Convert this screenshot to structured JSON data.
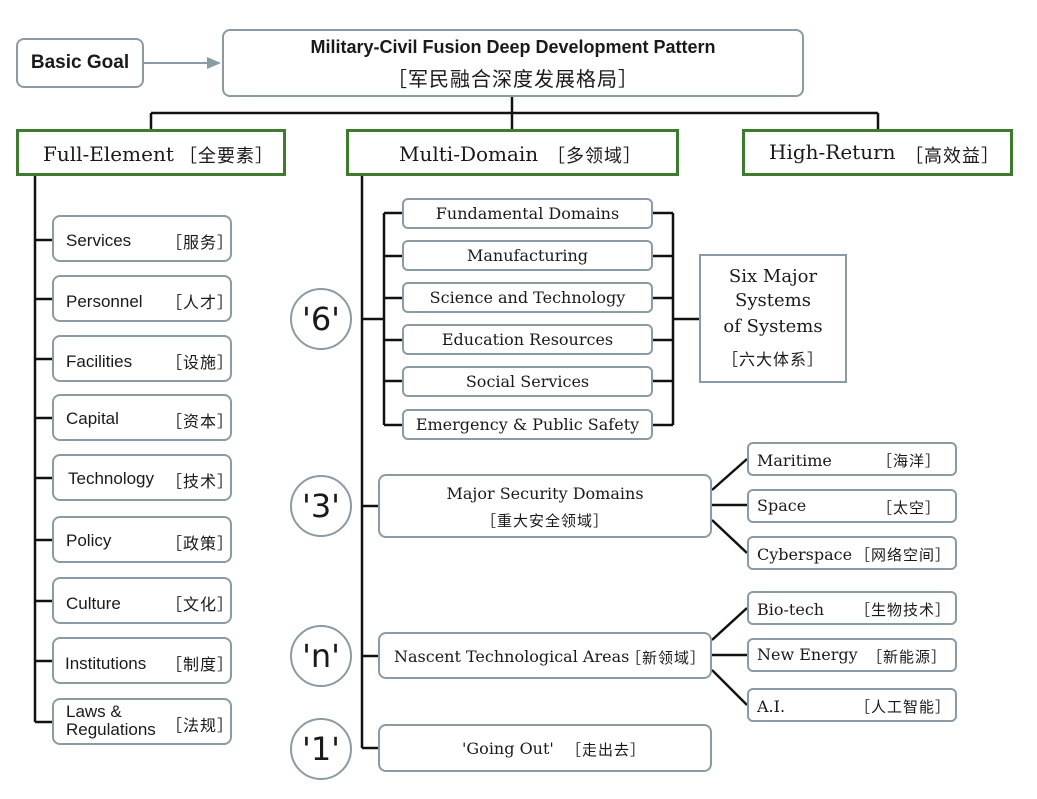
{
  "basic_goal": "Basic Goal",
  "top": {
    "title": "Military-Civil Fusion Deep Development Pattern",
    "cn": "［军民融合深度发展格局］"
  },
  "pillars": {
    "full_element": {
      "en": "Full-Element",
      "cn": "［全要素］"
    },
    "multi_domain": {
      "en": "Multi-Domain",
      "cn": "［多领域］"
    },
    "high_return": {
      "en": "High-Return",
      "cn": "［高效益］"
    }
  },
  "elements": [
    {
      "en": "Services",
      "cn": "［服务］"
    },
    {
      "en": "Personnel",
      "cn": "［人才］"
    },
    {
      "en": "Facilities",
      "cn": "［设施］"
    },
    {
      "en": "Capital",
      "cn": "［资本］"
    },
    {
      "en": "Technology",
      "cn": "［技术］"
    },
    {
      "en": "Policy",
      "cn": "［政策］"
    },
    {
      "en": "Culture",
      "cn": "［文化］"
    },
    {
      "en": "Institutions",
      "cn": "［制度］"
    },
    {
      "en": "Laws &",
      "en2": "Regulations",
      "cn": "［法规］"
    }
  ],
  "markers": {
    "six": "'6'",
    "three": "'3'",
    "n": "'n'",
    "one": "'1'"
  },
  "six_domains": [
    "Fundamental Domains",
    "Manufacturing",
    "Science and Technology",
    "Education Resources",
    "Social Services",
    "Emergency & Public Safety"
  ],
  "six_systems": {
    "line1": "Six Major",
    "line2": "Systems",
    "line3": "of Systems",
    "cn": "［六大体系］"
  },
  "security": {
    "en": "Major Security Domains",
    "cn": "［重大安全领域］"
  },
  "security_items": [
    {
      "en": "Maritime",
      "cn": "［海洋］"
    },
    {
      "en": "Space",
      "cn": "［太空］"
    },
    {
      "en": "Cyberspace",
      "cn": "［网络空间］"
    }
  ],
  "nascent": {
    "en": "Nascent Technological Areas",
    "cn": "［新领域］"
  },
  "nascent_items": [
    {
      "en": "Bio-tech",
      "cn": "［生物技术］"
    },
    {
      "en": "New Energy",
      "cn": "［新能源］"
    },
    {
      "en": "A.I.",
      "cn": "［人工智能］"
    }
  ],
  "going_out": {
    "en": "'Going Out'",
    "cn": "［走出去］"
  }
}
